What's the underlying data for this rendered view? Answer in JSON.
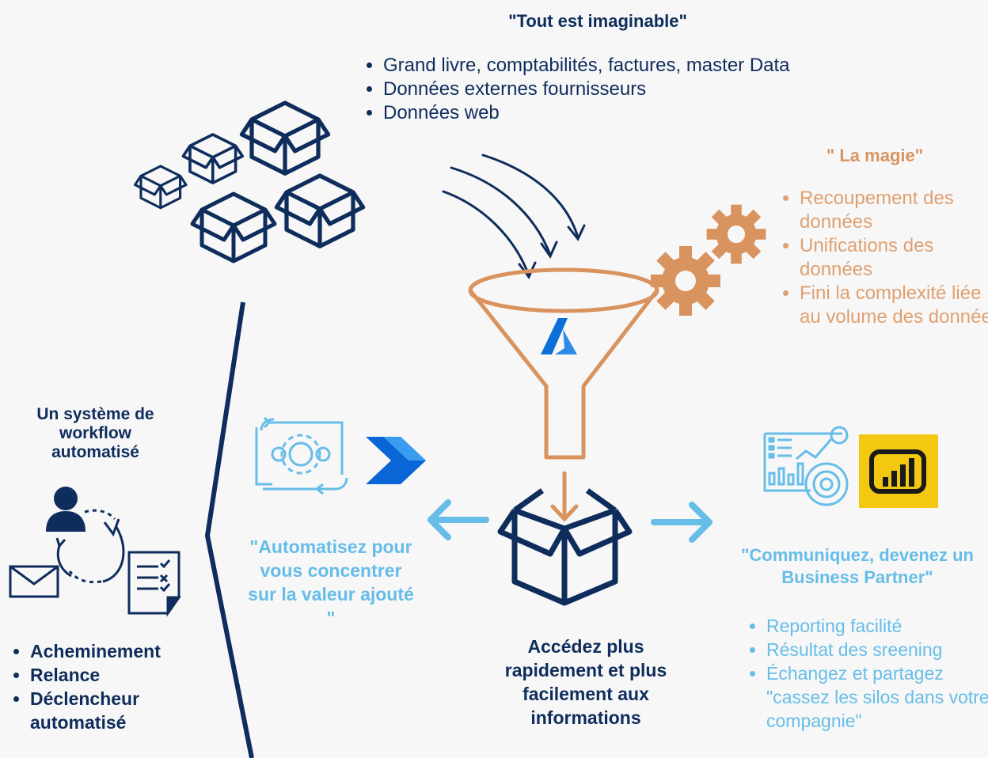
{
  "top": {
    "title": "\"Tout est imaginable\"",
    "items": [
      "Grand livre, comptabilités, factures, master Data",
      "Données externes fournisseurs",
      "Données web"
    ]
  },
  "magic": {
    "title": "\" La magie\"",
    "items": [
      "Recoupement des données",
      "Unifications des données",
      "Fini la complexité liée au volume des données"
    ]
  },
  "workflow": {
    "title": "Un système de workflow automatisé",
    "items": [
      "Acheminement",
      "Relance",
      "Déclencheur automatisé"
    ]
  },
  "automate": {
    "text": "\"Automatisez pour vous concentrer sur la valeur ajouté \""
  },
  "access": {
    "text": "Accédez plus rapidement et plus facilement aux informations"
  },
  "communicate": {
    "title": "\"Communiquez, devenez un Business Partner\"",
    "items": [
      "Reporting facilité",
      "Résultat des sreening",
      "Échangez et partagez \"cassez les silos dans votre compagnie\""
    ]
  },
  "colors": {
    "navy": "#0e2d5c",
    "orange": "#d9935e",
    "light_blue": "#66bde8",
    "powerbi_yellow": "#f2c811",
    "azure_blue": "#0a6fd6"
  },
  "icons": [
    "boxes-icon",
    "funnel-icon",
    "azure-logo-icon",
    "gear-icon",
    "power-automate-logo-icon",
    "automation-gears-icon",
    "powerbi-logo-icon",
    "dashboard-icon",
    "open-box-icon",
    "user-icon",
    "mail-icon",
    "checklist-icon",
    "arrow-left-icon",
    "arrow-right-icon"
  ]
}
